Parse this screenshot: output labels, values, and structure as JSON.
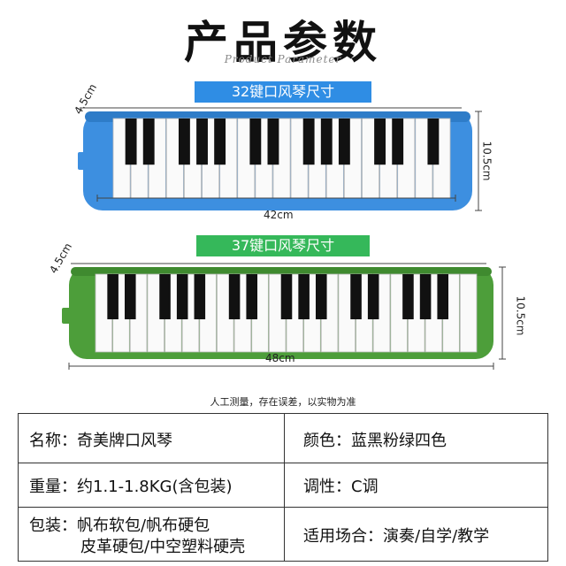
{
  "header": {
    "title": "产品参数",
    "subtitle": "Product Parameter"
  },
  "keyboards": [
    {
      "label": "32键口风琴尺寸",
      "dim_height_side": "4.5cm",
      "dim_length": "42cm",
      "dim_width": "10.5cm",
      "color": "#3d8fe0",
      "white_keys": 19
    },
    {
      "label": "37键口风琴尺寸",
      "dim_height_side": "4.5cm",
      "dim_length": "48cm",
      "dim_width": "10.5cm",
      "color": "#4d9e3a",
      "white_keys": 22
    }
  ],
  "note": "人工测量，存在误差，以实物为准",
  "specs": {
    "name": "名称：奇美牌口风琴",
    "color": "颜色：蓝黑粉绿四色",
    "weight": "重量：约1.1-1.8KG(含包装)",
    "tone": "调性：C调",
    "package_line1": "包装：帆布软包/帆布硬包",
    "package_line2": "皮革硬包/中空塑料硬壳",
    "usage": "适用场合：演奏/自学/教学"
  }
}
